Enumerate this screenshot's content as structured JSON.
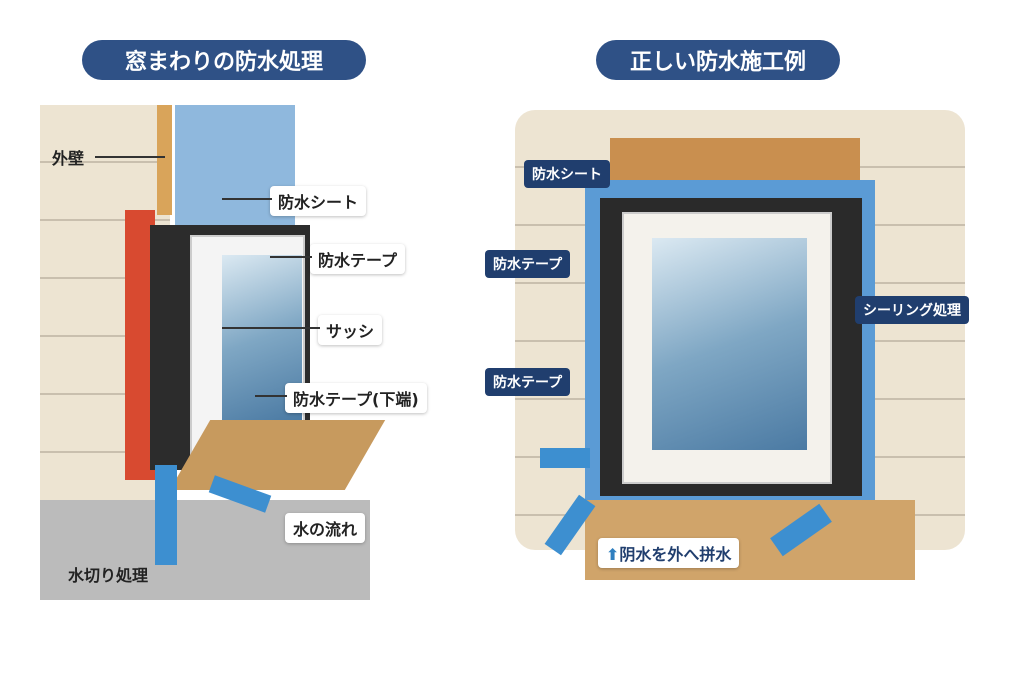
{
  "left": {
    "title": "窓まわりの防水処理",
    "labels": {
      "outer_wall": "外壁",
      "sheet": "防水シート",
      "tape": "防水テープ",
      "sash": "サッシ",
      "tape_bottom": "防水テープ(下端)",
      "water_flow": "水の流れ",
      "flashing": "水切り処理"
    }
  },
  "right": {
    "title": "正しい防水施工例",
    "labels": {
      "sheet": "防水シート",
      "tape1": "防水テープ",
      "tape2": "防水テープ",
      "sealing": "シーリング処理",
      "drain": "阴水を外へ拼水"
    }
  },
  "colors": {
    "title_bg": "#2f5186",
    "sheet": "#5b9bd5",
    "tape": "#2a2a2a",
    "arrow": "#3d8fd0"
  }
}
